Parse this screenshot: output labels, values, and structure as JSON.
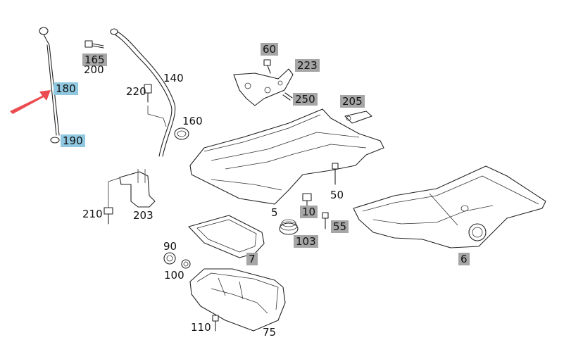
{
  "diagram": {
    "accent_colors": {
      "highlight_blue": "#8fc8e0",
      "tag_gray": "#a6a6a6",
      "pointer_arrow": "#e8383d"
    },
    "labels": {
      "p180": "180",
      "p190": "190",
      "p165": "165",
      "p200": "200",
      "p140": "140",
      "p220": "220",
      "p160": "160",
      "p60": "60",
      "p223": "223",
      "p250": "250",
      "p205": "205",
      "p50": "50",
      "p5": "5",
      "p10": "10",
      "p55": "55",
      "p210": "210",
      "p203": "203",
      "p7": "7",
      "p103": "103",
      "p90": "90",
      "p100": "100",
      "p6": "6",
      "p110": "110",
      "p75": "75"
    }
  }
}
